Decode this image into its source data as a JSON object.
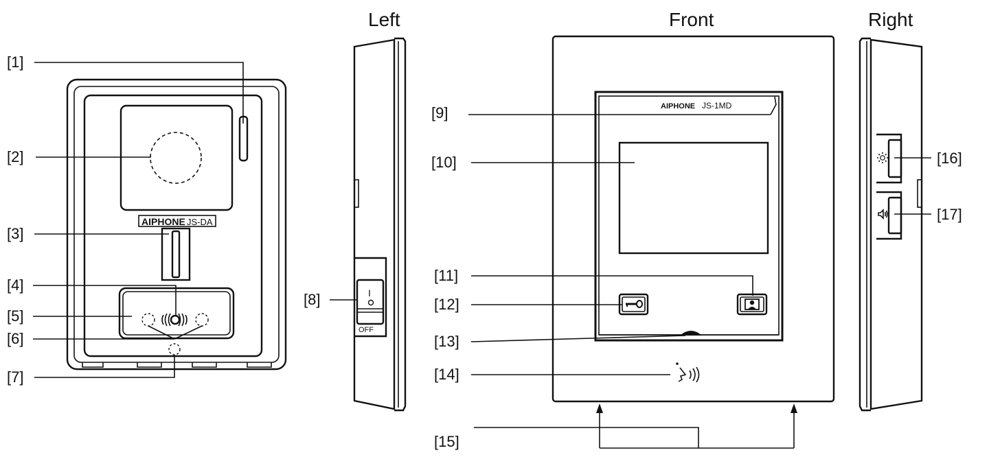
{
  "views": {
    "left": "Left",
    "front": "Front",
    "right": "Right"
  },
  "door_station": {
    "brand": "AIPHONE",
    "model": "JS-DA"
  },
  "monitor": {
    "brand": "AIPHONE",
    "model": "JS-1MD",
    "switch_on": "I",
    "switch_off": "OFF"
  },
  "callouts": {
    "c1": "[1]",
    "c2": "[2]",
    "c3": "[3]",
    "c4": "[4]",
    "c5": "[5]",
    "c6": "[6]",
    "c7": "[7]",
    "c8": "[8]",
    "c9": "[9]",
    "c10": "[10]",
    "c11": "[11]",
    "c12": "[12]",
    "c13": "[13]",
    "c14": "[14]",
    "c15": "[15]",
    "c16": "[16]",
    "c17": "[17]"
  }
}
